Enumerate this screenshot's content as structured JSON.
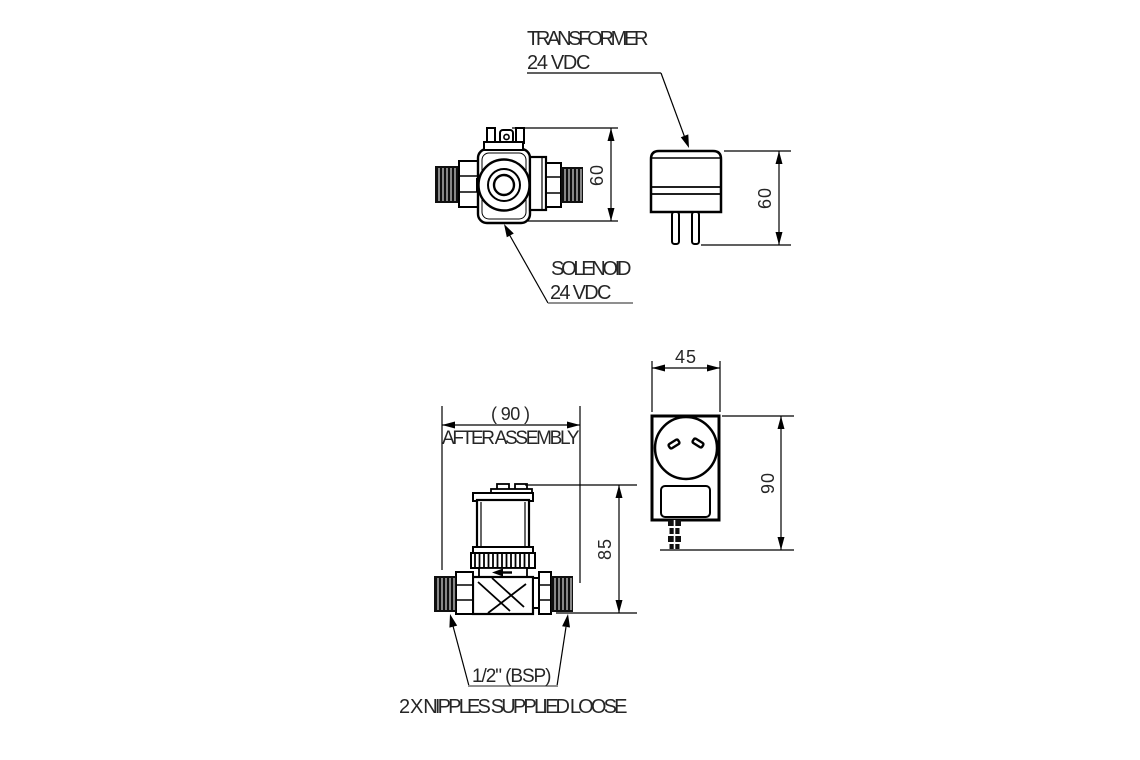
{
  "page": {
    "background": "#ffffff"
  },
  "drawing": {
    "colors": {
      "object_line": "#000000",
      "dimension_line": "#000000",
      "secondary_line": "#8f8f8f",
      "text": "#262626"
    },
    "callouts": {
      "transformer": {
        "line1": "TRANSFORMER",
        "line2": "24 VDC"
      },
      "solenoid": {
        "line1": "SOLENOID",
        "line2": "24 VDC"
      },
      "bsp": "1/2\" (BSP)",
      "nipples_note": "2 X NIPPLES SUPPLIED LOOSE"
    },
    "dimensions": {
      "valve_side_height": "60",
      "transformer_side_height": "60",
      "valve_front_width": "( 90 )",
      "valve_front_width_note": "AFTER ASSEMBLY",
      "valve_front_height": "85",
      "transformer_front_width": "45",
      "transformer_front_height": "90"
    },
    "views": {
      "valve_side": "solenoid-valve-side-view",
      "transformer_side": "transformer-side-view",
      "valve_front": "solenoid-valve-front-view",
      "transformer_front": "transformer-front-view"
    }
  }
}
